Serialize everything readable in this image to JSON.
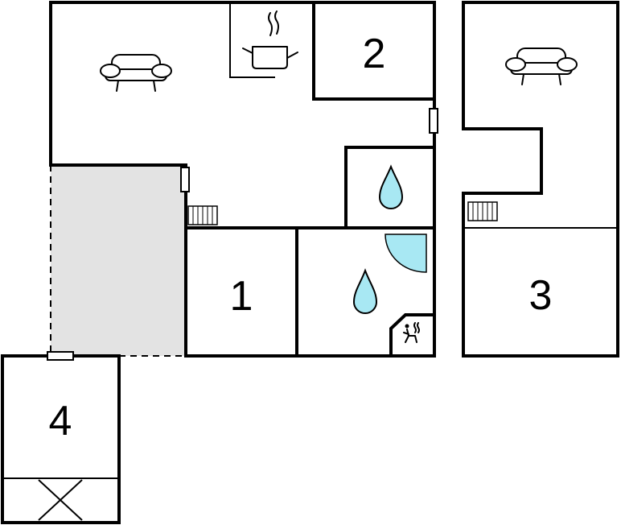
{
  "rooms": {
    "room_1": {
      "label": "1"
    },
    "room_2": {
      "label": "2"
    },
    "room_3": {
      "label": "3"
    },
    "room_4": {
      "label": "4"
    }
  },
  "colors": {
    "wall": "#000000",
    "terrace": "#e3e3e3",
    "water": "#a8e8f3"
  },
  "icons": [
    "sofa-icon",
    "cooking-pot-icon",
    "water-drop-icon",
    "shower-icon",
    "sauna-icon",
    "radiator-icon",
    "door-icon",
    "crossed-box-icon"
  ]
}
